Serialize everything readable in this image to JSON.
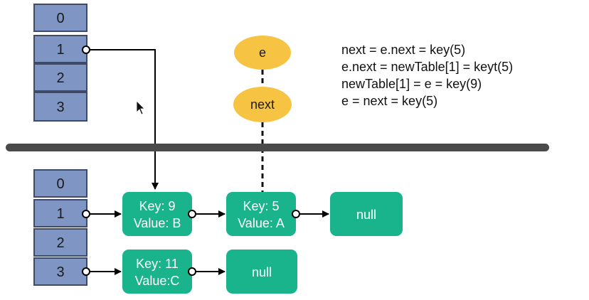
{
  "colors": {
    "bucket_fill": "#7F95C4",
    "bucket_stroke": "#3F4A66",
    "node_fill": "#19B38C",
    "oval_fill": "#F6C342",
    "divider": "#4A4A4A",
    "line": "#000000"
  },
  "top_table": {
    "buckets": [
      "0",
      "1",
      "2",
      "3"
    ]
  },
  "bottom_table": {
    "buckets": [
      "0",
      "1",
      "2",
      "3"
    ]
  },
  "pointers": {
    "e": "e",
    "next": "next"
  },
  "nodes": {
    "key9": {
      "line1": "Key: 9",
      "line2": "Value: B"
    },
    "key5": {
      "line1": "Key: 5",
      "line2": "Value: A"
    },
    "null1": {
      "label": "null"
    },
    "key11": {
      "line1": "Key: 11",
      "line2": "Value:C"
    },
    "null2": {
      "label": "null"
    }
  },
  "code": [
    "next = e.next = key(5)",
    "e.next = newTable[1] = keyt(5)",
    "newTable[1] = e = key(9)",
    "e = next = key(5)"
  ]
}
